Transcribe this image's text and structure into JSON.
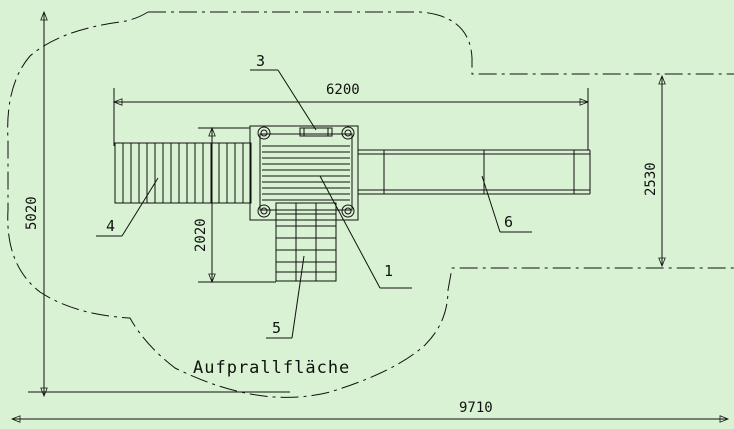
{
  "colors": {
    "background": "#d9f2d3",
    "line": "#111111"
  },
  "dimensions": {
    "overall_width": "9710",
    "overall_height": "5020",
    "platform_span": "6200",
    "bridge_zone_height": "2530",
    "ladder_depth": "2020"
  },
  "zone_label": "Aufprallfläche",
  "part_labels": {
    "p1": "1",
    "p3": "3",
    "p4": "4",
    "p5": "5",
    "p6": "6"
  }
}
